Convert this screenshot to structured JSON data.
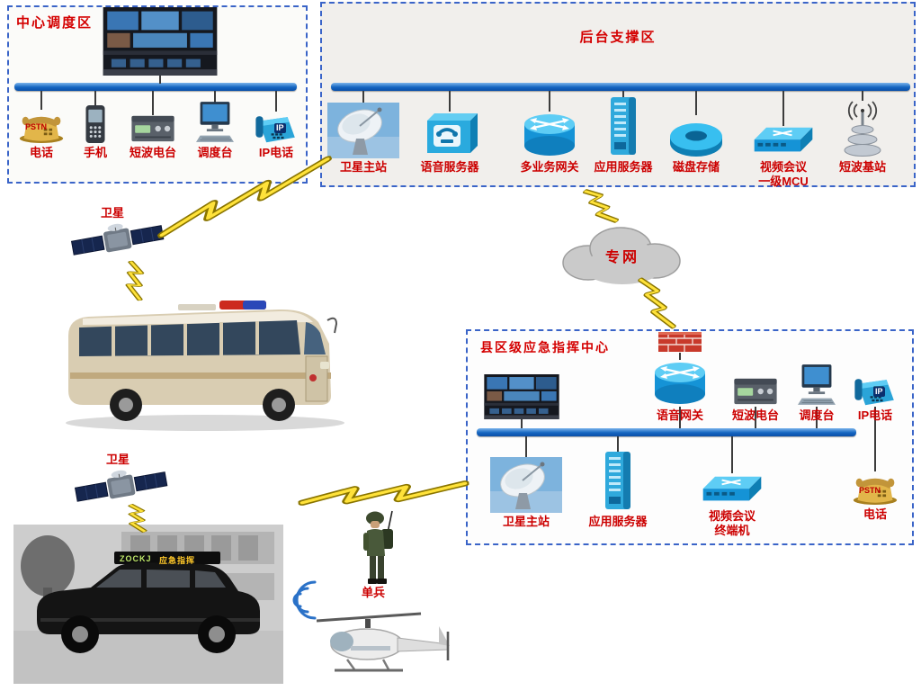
{
  "regions": {
    "central": {
      "title": "中心调度区",
      "devices": [
        {
          "label": "电话",
          "badge": "PSTN"
        },
        {
          "label": "手机"
        },
        {
          "label": "短波电台"
        },
        {
          "label": "调度台"
        },
        {
          "label": "IP电话",
          "badge": "IP"
        }
      ]
    },
    "backend": {
      "title": "后台支撑区",
      "devices": [
        {
          "label": "卫星主站"
        },
        {
          "label": "语音服务器"
        },
        {
          "label": "多业务网关"
        },
        {
          "label": "应用服务器"
        },
        {
          "label": "磁盘存储"
        },
        {
          "label": "视频会议\n一级MCU"
        },
        {
          "label": "短波基站"
        }
      ]
    },
    "county": {
      "title": "县区级应急指挥中心",
      "top_devices": [
        {
          "label": "语音网关"
        },
        {
          "label": "短波电台"
        },
        {
          "label": "调度台"
        },
        {
          "label": "IP电话",
          "badge": "IP"
        }
      ],
      "bottom_devices": [
        {
          "label": "卫星主站"
        },
        {
          "label": "应用服务器"
        },
        {
          "label": "视频会议\n终端机"
        },
        {
          "label": "电话",
          "badge": "PSTN"
        }
      ]
    }
  },
  "annotations": {
    "satellite_top": "卫星",
    "satellite_bottom": "卫星",
    "private_network": "专网",
    "soldier": "单兵"
  },
  "vehicle_markings": {
    "suv_brand": "ZOCKJ",
    "suv_roof_text": "应急指挥"
  },
  "colors": {
    "accent_red": "#cc0000",
    "bus_bar_blue": "#1565c0",
    "box_border_blue": "#3a64c8",
    "lightning_yellow": "#ffe23a"
  }
}
